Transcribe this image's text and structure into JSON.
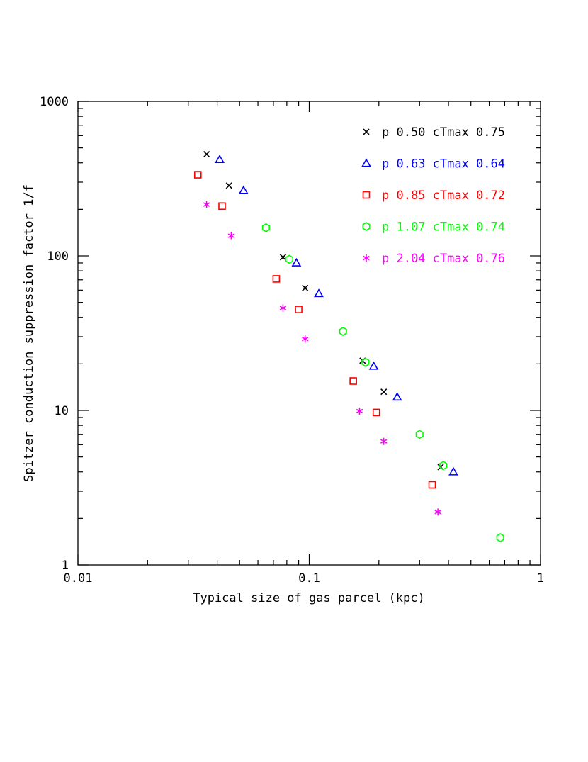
{
  "chart_data": {
    "type": "scatter",
    "title": "",
    "xlabel": "Typical size of gas parcel (kpc)",
    "ylabel": "Spitzer conduction suppression factor 1/f",
    "xscale": "log",
    "yscale": "log",
    "xlim": [
      0.01,
      1
    ],
    "ylim": [
      1,
      1000
    ],
    "x_tick_labels": [
      {
        "value": 0.01,
        "label": "0.01"
      },
      {
        "value": 0.1,
        "label": "0.1"
      },
      {
        "value": 1,
        "label": "1"
      }
    ],
    "y_tick_labels": [
      {
        "value": 1,
        "label": "1"
      },
      {
        "value": 10,
        "label": "10"
      },
      {
        "value": 100,
        "label": "100"
      },
      {
        "value": 1000,
        "label": "1000"
      }
    ],
    "grid": false,
    "legend_position": "top-right",
    "series": [
      {
        "name": "p 0.50 cTmax 0.75",
        "marker": "cross",
        "color": "#000000",
        "points": [
          [
            0.036,
            455
          ],
          [
            0.045,
            285
          ],
          [
            0.077,
            98
          ],
          [
            0.096,
            62
          ],
          [
            0.17,
            21
          ],
          [
            0.21,
            13.2
          ],
          [
            0.37,
            4.3
          ]
        ]
      },
      {
        "name": "p 0.63 cTmax 0.64",
        "marker": "triangle",
        "color": "#0000ff",
        "points": [
          [
            0.041,
            420
          ],
          [
            0.052,
            265
          ],
          [
            0.088,
            90
          ],
          [
            0.11,
            57
          ],
          [
            0.19,
            19.3
          ],
          [
            0.24,
            12.2
          ],
          [
            0.42,
            4.0
          ]
        ]
      },
      {
        "name": "p 0.85 cTmax 0.72",
        "marker": "square",
        "color": "#ff0000",
        "points": [
          [
            0.033,
            335
          ],
          [
            0.042,
            210
          ],
          [
            0.072,
            71
          ],
          [
            0.09,
            45
          ],
          [
            0.155,
            15.5
          ],
          [
            0.195,
            9.7
          ],
          [
            0.34,
            3.3
          ]
        ]
      },
      {
        "name": "p 1.07 cTmax 0.74",
        "marker": "hexagon",
        "color": "#00ff00",
        "points": [
          [
            0.065,
            152
          ],
          [
            0.082,
            95
          ],
          [
            0.14,
            32.5
          ],
          [
            0.175,
            20.5
          ],
          [
            0.3,
            7.0
          ],
          [
            0.38,
            4.4
          ],
          [
            0.67,
            1.5
          ]
        ]
      },
      {
        "name": "p 2.04 cTmax 0.76",
        "marker": "asterisk",
        "color": "#ff00ff",
        "points": [
          [
            0.036,
            215
          ],
          [
            0.046,
            135
          ],
          [
            0.077,
            46
          ],
          [
            0.096,
            29
          ],
          [
            0.165,
            9.9
          ],
          [
            0.21,
            6.3
          ],
          [
            0.36,
            2.2
          ]
        ]
      }
    ]
  }
}
